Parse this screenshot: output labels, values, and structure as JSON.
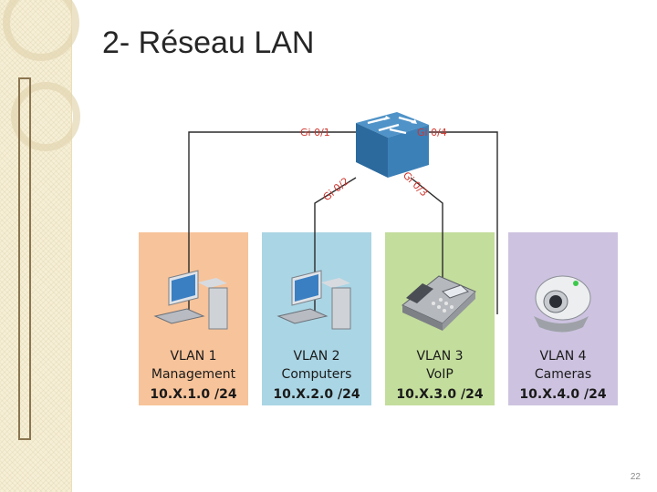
{
  "slide": {
    "title": "2- Réseau LAN",
    "page_number": "22"
  },
  "switch": {
    "ports": [
      "Gi 0/1",
      "Gi 0/2",
      "Gi 0/3",
      "Gi 0/4"
    ]
  },
  "vlans": [
    {
      "name": "VLAN 1",
      "label": "Management",
      "network": "10.X.1.0 /24",
      "color": "#f7c39a",
      "device": "computer-icon"
    },
    {
      "name": "VLAN 2",
      "label": "Computers",
      "network": "10.X.2.0 /24",
      "color": "#aad5e4",
      "device": "computer-icon"
    },
    {
      "name": "VLAN 3",
      "label": "VoIP",
      "network": "10.X.3.0 /24",
      "color": "#c3dd9c",
      "device": "ip-phone-icon"
    },
    {
      "name": "VLAN 4",
      "label": "Cameras",
      "network": "10.X.4.0 /24",
      "color": "#cdc3e0",
      "device": "webcam-icon"
    }
  ]
}
